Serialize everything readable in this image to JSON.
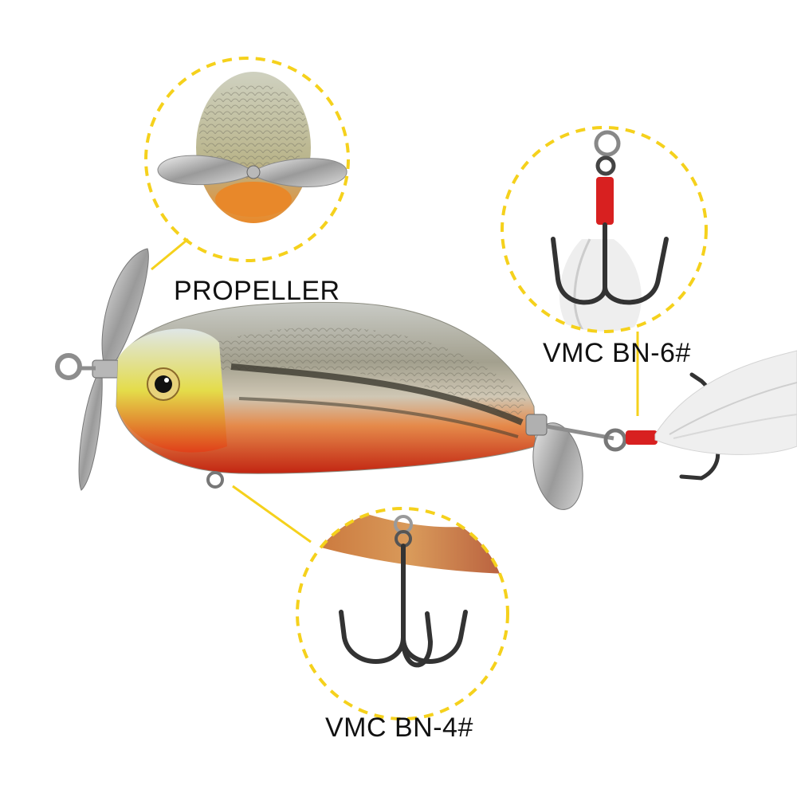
{
  "callouts": {
    "propeller": {
      "label": "PROPELLER"
    },
    "rear_hook": {
      "label": "VMC BN-6#"
    },
    "belly_hook": {
      "label": "VMC BN-4#"
    }
  },
  "colors": {
    "callout_ring": "#f5d11c",
    "belly_red": "#d6331a",
    "head_yellow": "#e9d83a",
    "hook_thread": "#d82020"
  },
  "icons": [
    "propeller-icon",
    "treble-hook-icon",
    "feather-tail-icon",
    "spinner-blade-icon"
  ]
}
